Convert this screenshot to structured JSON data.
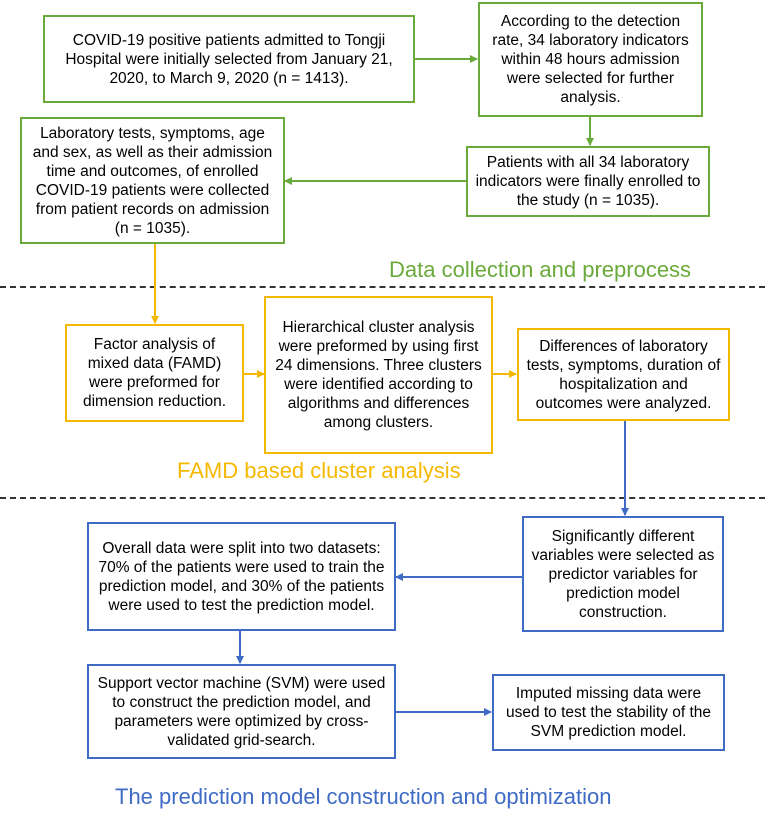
{
  "colors": {
    "green": "#6aaa3a",
    "yellow": "#f5b800",
    "blue": "#3f6bc4"
  },
  "boxes": {
    "b1": "COVID-19 positive patients admitted to Tongji Hospital were initially selected from January 21, 2020, to March 9, 2020 (n = 1413).",
    "b2": "According to the detection rate, 34 laboratory indicators within 48 hours admission were selected for further analysis.",
    "b3": "Patients with all 34 laboratory indicators were finally enrolled to the study (n = 1035).",
    "b4": "Laboratory tests, symptoms, age and sex, as well as their admission time and outcomes, of enrolled COVID-19 patients were collected from patient records on admission (n = 1035).",
    "b5": "Factor analysis of mixed data (FAMD) were preformed for dimension reduction.",
    "b6": "Hierarchical cluster analysis were preformed by using first 24 dimensions. Three clusters were identified according to algorithms and differences among clusters.",
    "b7": "Differences of laboratory tests, symptoms, duration of hospitalization and outcomes were analyzed.",
    "b8": "Significantly different variables were selected as predictor variables for prediction model construction.",
    "b9": "Overall data were split into two datasets: 70% of the patients were used to train the prediction model, and 30% of the patients were used to test the prediction model.",
    "b10": "Support vector machine (SVM) were used to construct the prediction model, and parameters were optimized by cross-validated grid-search.",
    "b11": "Imputed missing data were used to test the stability of the SVM prediction model."
  },
  "sections": {
    "s1": "Data collection and preprocess",
    "s2": "FAMD based cluster analysis",
    "s3": "The prediction model construction and optimization"
  }
}
